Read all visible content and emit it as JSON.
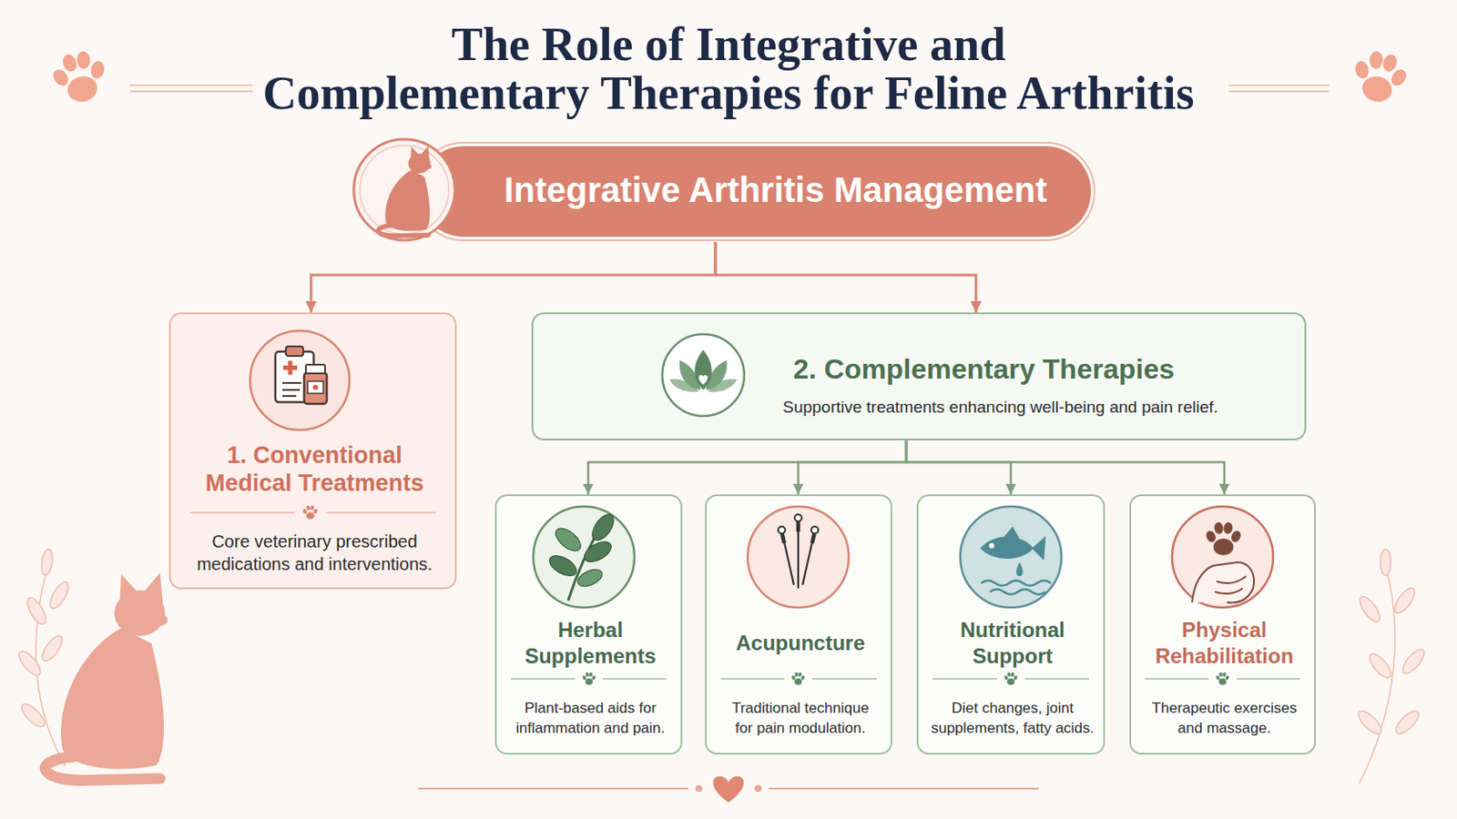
{
  "diagram": {
    "title": "The Role of Integrative and Complementary Therapies for Feline Arthritis",
    "nodes": [
      {
        "text": [
          "Integrative Arthritis Management"
        ]
      },
      {
        "text": [
          "1. Conventional Medical Treatments",
          "Core veterinary prescribed medications and interventions."
        ]
      },
      {
        "text": [
          "2. Complementary Therapies",
          "Supportive treatments enhancing well-being and pain relief."
        ]
      },
      {
        "text": [
          "Herbal Supplements",
          "Plant-based aids for inflammation and pain."
        ]
      },
      {
        "text": [
          "Acupuncture",
          "Traditional technique for pain modulation."
        ]
      },
      {
        "text": [
          "Nutritional Support",
          "Diet changes, joint supplements, fatty acids."
        ]
      },
      {
        "text": [
          "Physical Rehabilitation",
          "Therapeutic exercises and massage."
        ]
      }
    ],
    "edges": [
      {
        "from": 0,
        "to": 1,
        "arrow": "to"
      },
      {
        "from": 0,
        "to": 2,
        "arrow": "to"
      },
      {
        "from": 2,
        "to": 3,
        "arrow": "to"
      },
      {
        "from": 2,
        "to": 4,
        "arrow": "to"
      },
      {
        "from": 2,
        "to": 5,
        "arrow": "to"
      },
      {
        "from": 2,
        "to": 6,
        "arrow": "to"
      }
    ]
  }
}
